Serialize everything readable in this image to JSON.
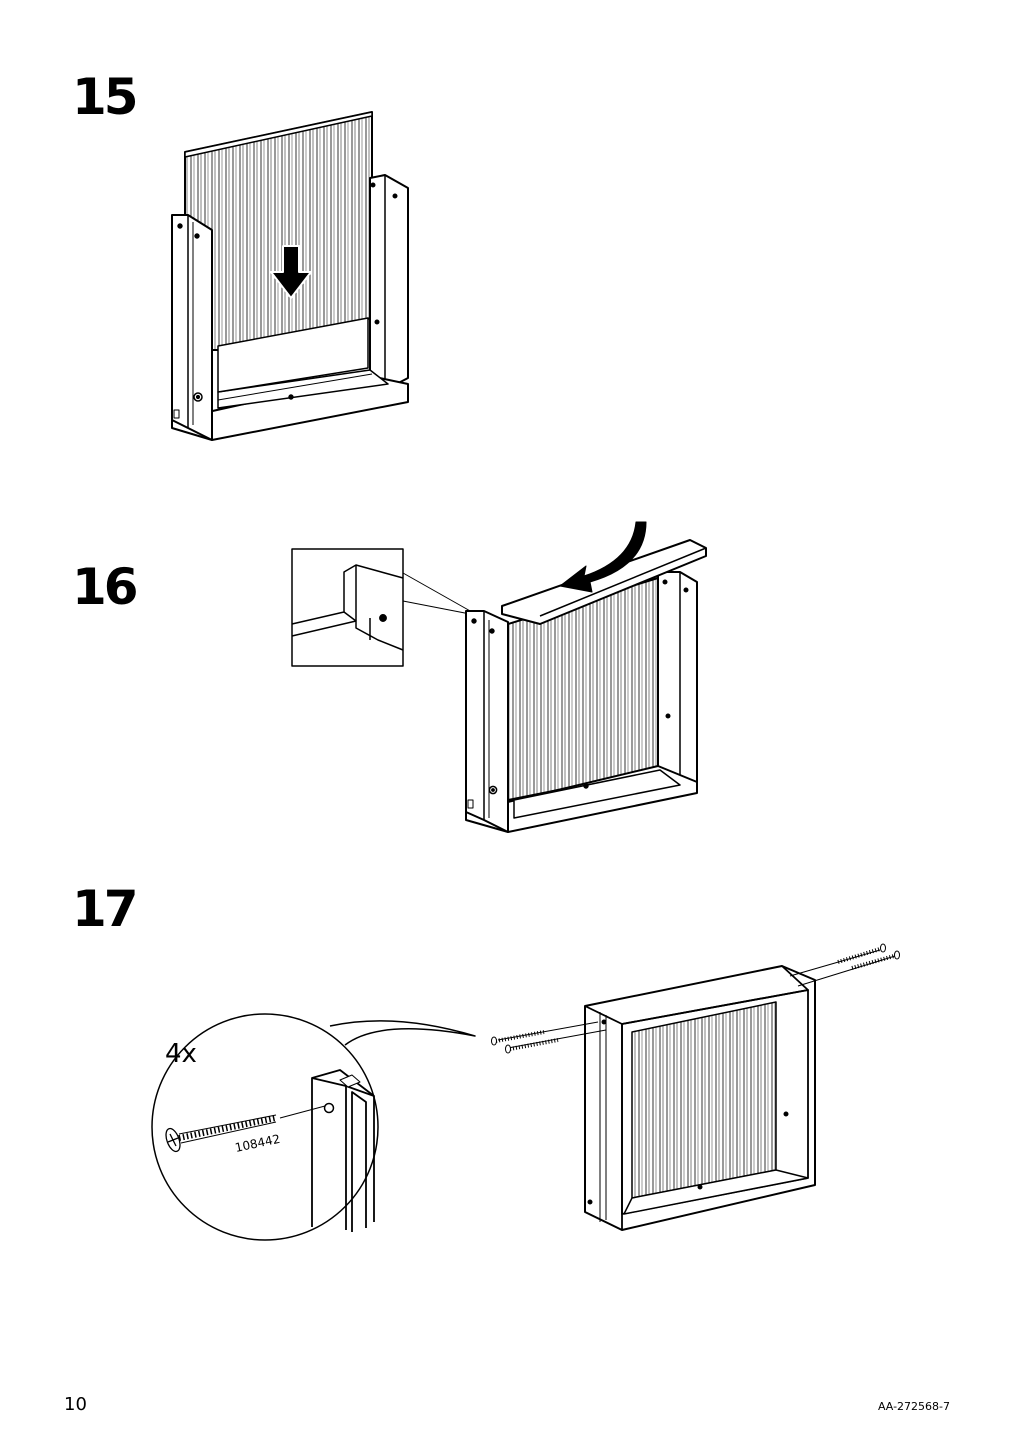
{
  "steps": [
    {
      "number": "15"
    },
    {
      "number": "16"
    },
    {
      "number": "17",
      "quantity": "4x",
      "part_number": "108442"
    }
  ],
  "footer": {
    "page_number": "10",
    "document_id": "AA-272568-7"
  }
}
